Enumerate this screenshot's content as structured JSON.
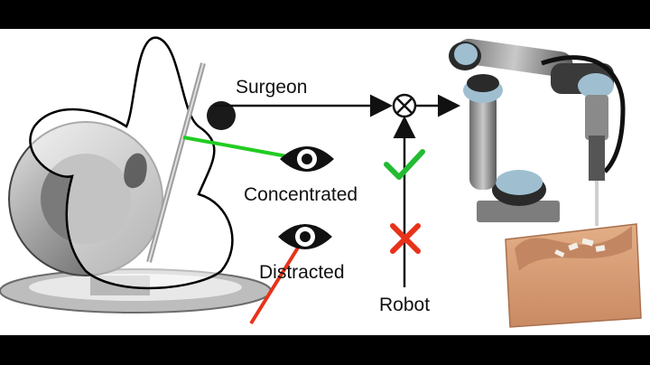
{
  "labels": {
    "surgeon": "Surgeon",
    "concentrated": "Concentrated",
    "distracted": "Distracted",
    "robot": "Robot"
  },
  "icons": {
    "gaze_green": "eye-icon",
    "gaze_red": "eye-icon",
    "summing_junction": "multiply-junction-icon",
    "check": "check-icon",
    "cross": "cross-icon"
  },
  "colors": {
    "background": "#000000",
    "panel": "#ffffff",
    "gaze_on": "#22cc22",
    "gaze_off": "#e8321a",
    "check": "#22bb33",
    "cross": "#e8321a",
    "line": "#111111",
    "phantom": "#d9a07a"
  }
}
